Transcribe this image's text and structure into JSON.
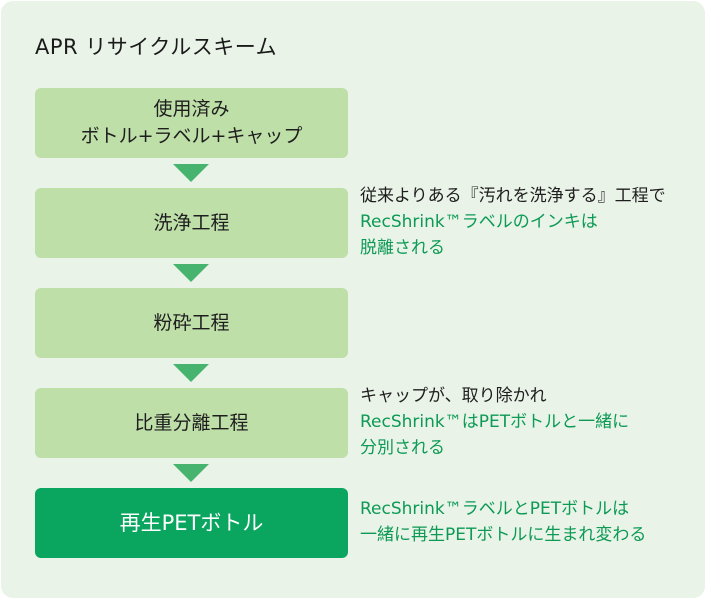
{
  "title": "APR リサイクルスキーム",
  "steps": [
    {
      "lines": [
        "使用済み",
        "ボトル+ラベル+キャップ"
      ]
    },
    {
      "label": "洗浄工程"
    },
    {
      "label": "粉砕工程"
    },
    {
      "label": "比重分離工程"
    },
    {
      "label": "再生PETボトル"
    }
  ],
  "notes": {
    "wash": [
      "従来よりある『汚れを洗浄する』工程で",
      "RecShrink™ラベルのインキは",
      "脱離される"
    ],
    "separation": [
      "キャップが、取り除かれ",
      "RecShrink™はPETボトルと一緒に",
      "分別される"
    ],
    "final": [
      "RecShrink™ラベルとPETボトルは",
      "一緒に再生PETボトルに生まれ変わる"
    ]
  },
  "colors": {
    "panel": "#eaf3e8",
    "step": "#bfdfa9",
    "step_final": "#0aa660",
    "arrow": "#46b46e",
    "accent_text": "#0c9a55"
  }
}
